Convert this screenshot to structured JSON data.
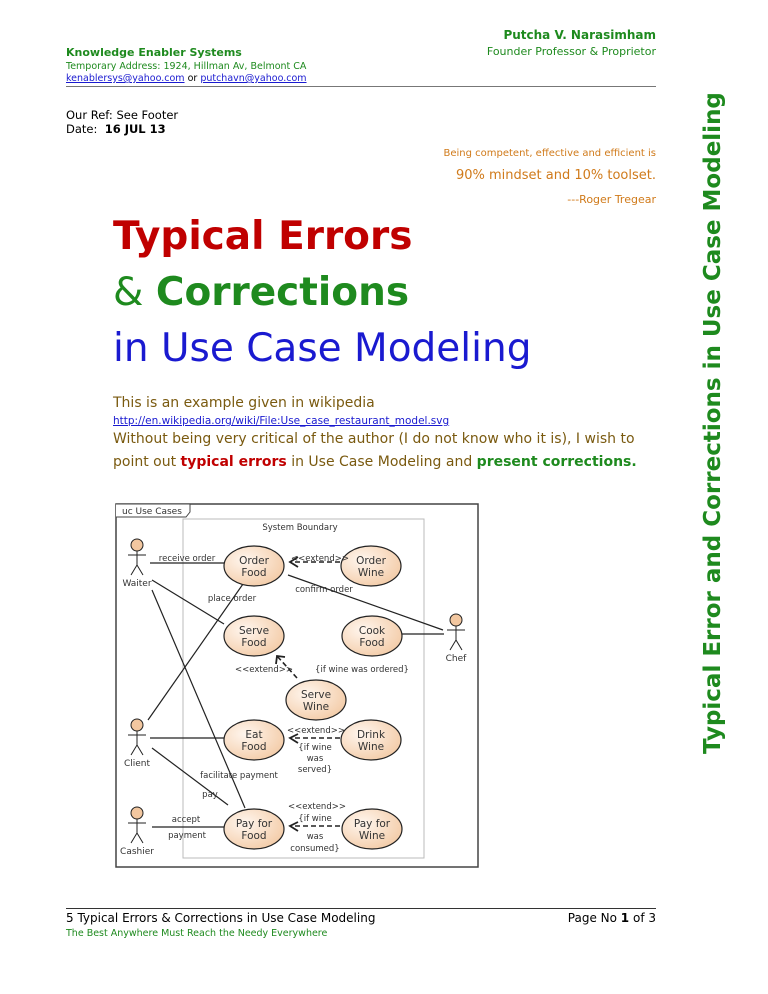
{
  "header": {
    "org": "Knowledge Enabler Systems",
    "address": "Temporary Address: 1924, Hillman Av, Belmont CA",
    "email1": "kenablersys@yahoo.com",
    "email_or": "or",
    "email2": "putchavn@yahoo.com",
    "name": "Putcha V. Narasimham",
    "role": "Founder Professor & Proprietor"
  },
  "ref": {
    "ref_line": "Our Ref: See Footer",
    "date_label": "Date:",
    "date": "16 JUL 13"
  },
  "quote": {
    "line1": "Being competent, effective and efficient is",
    "line2": "90% mindset and 10% toolset.",
    "author": "---Roger Tregear"
  },
  "title": {
    "line1": "Typical Errors",
    "amp": "&",
    "line2": "Corrections",
    "line3": "in Use Case Modeling"
  },
  "intro": {
    "p1": "This is an example given in wikipedia",
    "link": "http://en.wikipedia.org/wiki/File:Use_case_restaurant_model.svg",
    "p2": "Without being very critical of the author (I do not know who it is), I wish to",
    "p3a": "point out ",
    "p3b": "typical errors",
    "p3c": " in Use Case Modeling and ",
    "p3d": "present corrections."
  },
  "side_title": "Typical Error and Corrections in Use Case Modeling",
  "diagram": {
    "frame": "uc Use Cases",
    "boundary": "System Boundary",
    "actors": {
      "waiter": "Waiter",
      "client": "Client",
      "cashier": "Cashier",
      "chef": "Chef"
    },
    "usecases": {
      "order_food": [
        "Order",
        "Food"
      ],
      "order_wine": [
        "Order",
        "Wine"
      ],
      "serve_food": [
        "Serve",
        "Food"
      ],
      "cook_food": [
        "Cook",
        "Food"
      ],
      "serve_wine": [
        "Serve",
        "Wine"
      ],
      "eat_food": [
        "Eat",
        "Food"
      ],
      "drink_wine": [
        "Drink",
        "Wine"
      ],
      "pay_food": [
        "Pay for",
        "Food"
      ],
      "pay_wine": [
        "Pay for",
        "Wine"
      ]
    },
    "labels": {
      "receive_order": "receive order",
      "place_order": "place order",
      "confirm_order": "confirm order",
      "extend1": "<<extend>>",
      "extend2": "<<extend>>",
      "cond2": "{if wine was ordered}",
      "extend3": "<<extend>>",
      "cond3": [
        "{if wine",
        "was",
        "served}"
      ],
      "facilitate": "facilitate payment",
      "pay": "pay",
      "accept": [
        "accept",
        "payment"
      ],
      "extend4": "<<extend>>",
      "cond4": [
        "{if wine",
        "was",
        "consumed}"
      ]
    }
  },
  "footer": {
    "left": "5 Typical Errors & Corrections in Use Case Modeling",
    "page_label": "Page No ",
    "page": "1",
    "of": " of 3",
    "tagline": "The Best Anywhere Must Reach the Needy Everywhere"
  },
  "colors": {
    "green": "#1e8a1e",
    "red": "#c00000",
    "blue": "#1a1ad0",
    "orange": "#d07a1a",
    "olive": "#7a5a10"
  }
}
